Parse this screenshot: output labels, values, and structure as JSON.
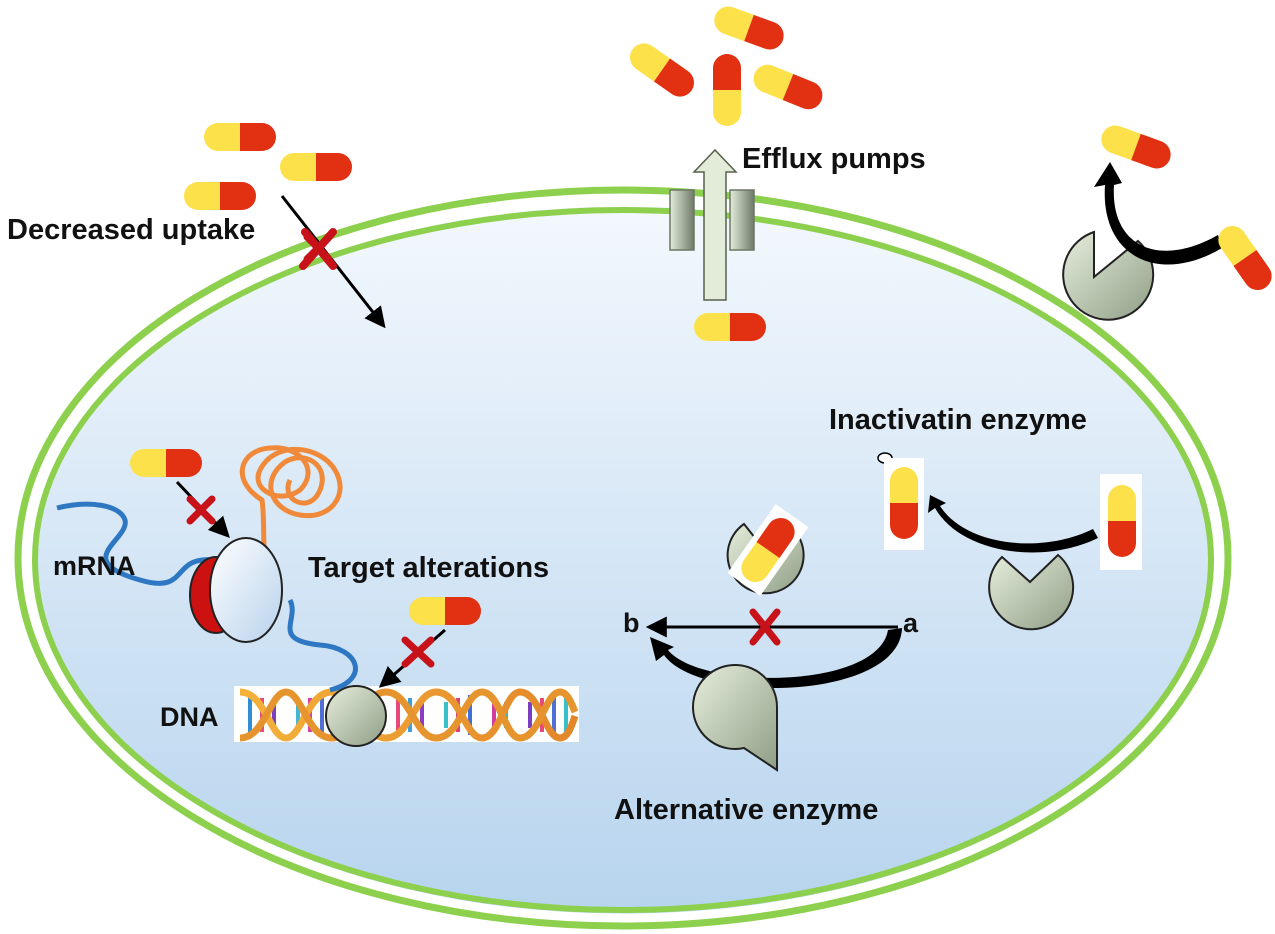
{
  "labels": {
    "decreased_uptake": "Decreased uptake",
    "efflux_pumps": "Efflux pumps",
    "inactivating_enzyme": "Inactivatin enzyme",
    "target_alterations": "Target alterations",
    "alternative_enzyme": "Alternative enzyme",
    "mrna": "mRNA",
    "dna": "DNA",
    "pathway_b": "b",
    "pathway_a": "a"
  },
  "colors": {
    "membrane": "#8dd04e",
    "cytoplasm_top": "#f2f7fc",
    "cytoplasm_bottom": "#b9d6ef",
    "capsule_yellow": "#fde14a",
    "capsule_red": "#e13112",
    "block_mark": "#c8121a",
    "enzyme": "#b8c5ad",
    "mrna": "#2e78c3",
    "protein_chain": "#f08a3a",
    "ribosome_red": "#cc1111"
  },
  "icons": [
    "capsule-icon",
    "block-x-icon",
    "efflux-pump-icon",
    "enzyme-icon",
    "ribosome-icon",
    "dna-helix-icon",
    "protein-chain-icon"
  ]
}
